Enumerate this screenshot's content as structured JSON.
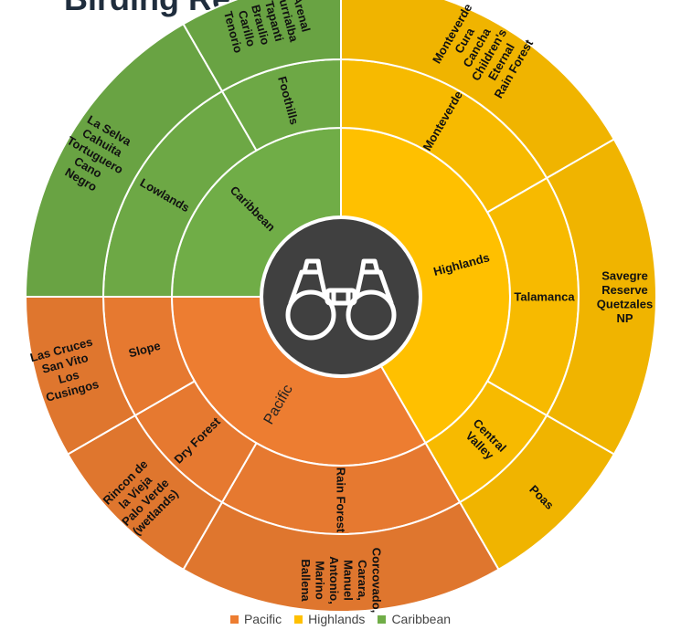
{
  "title": "Birding Regions",
  "chart_data": {
    "type": "sunburst",
    "center_icon": "binoculars-icon",
    "legend": [
      {
        "name": "Pacific",
        "color": "#ED7D31"
      },
      {
        "name": "Highlands",
        "color": "#FFC000"
      },
      {
        "name": "Caribbean",
        "color": "#70AD47"
      }
    ],
    "regions": [
      {
        "name": "Highlands",
        "color": "#FFC000",
        "value": 5,
        "children": [
          {
            "name": "Monteverde",
            "value": 2,
            "sites": [
              "Monteverde",
              "Cura",
              "Cancha",
              "Children's",
              "Eternal",
              "Rain Forest"
            ]
          },
          {
            "name": "Talamanca",
            "value": 2,
            "sites": [
              "Savegre",
              "Reserve",
              "Quetzales",
              "NP"
            ]
          },
          {
            "name": "Central\nValley",
            "value": 1,
            "sites": [
              "Poas"
            ]
          }
        ]
      },
      {
        "name": "Pacific",
        "color": "#ED7D31",
        "value": 4,
        "children": [
          {
            "name": "Rain Forest",
            "value": 2,
            "sites": [
              "Corcovado,",
              "Carara,",
              "Manuel",
              "Antonio,",
              "Marino",
              "Ballena"
            ]
          },
          {
            "name": "Dry Forest",
            "value": 1,
            "sites": [
              "Rincon de",
              "la Vieja",
              "Palo Verde",
              "(wetlands)"
            ]
          },
          {
            "name": "Slope",
            "value": 1,
            "sites": [
              "Las Cruces",
              "San Vito",
              "Los",
              "Cusingos"
            ]
          }
        ]
      },
      {
        "name": "Caribbean",
        "color": "#70AD47",
        "value": 3,
        "children": [
          {
            "name": "Lowlands",
            "value": 2,
            "sites": [
              "La Selva",
              "Cahuita",
              "Tortuguero",
              "Cano",
              "Negro"
            ]
          },
          {
            "name": "Foothills",
            "value": 1,
            "sites": [
              "Arenal",
              "Turrialba",
              "Tapanti",
              "Braulio",
              "Carillo",
              "Tenorio"
            ]
          }
        ]
      }
    ]
  }
}
